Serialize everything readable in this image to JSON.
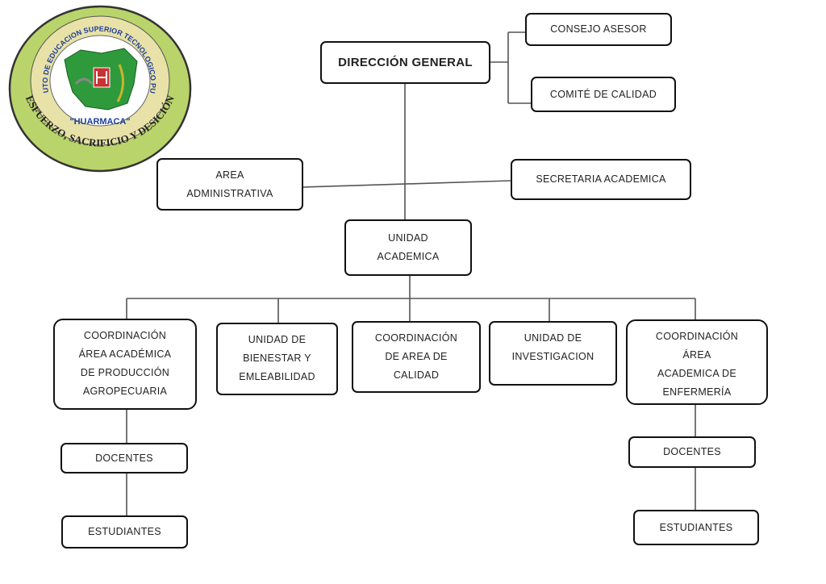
{
  "logo": {
    "arc_top": "INSTITUTO DE EDUCACION SUPERIOR TECNOLOGICO PUBLICO",
    "name": "\"HUARMACA\"",
    "motto": "ESFUERZO, SACRIFICIO Y DESICIÓN",
    "colors": {
      "outer": "#b9d46a",
      "inner": "#2e9a3c",
      "ring": "#e9e2a8",
      "text": "#1d3f9a"
    }
  },
  "boxes": {
    "direccion": "DIRECCIÓN GENERAL",
    "consejo": "CONSEJO ASESOR",
    "comite": "COMITÉ DE CALIDAD",
    "area_admin": "AREA\nADMINISTRATIVA",
    "secretaria": "SECRETARIA ACADEMICA",
    "unidad_academica": "UNIDAD\nACADEMICA",
    "coord_agro": "COORDINACIÓN\nÁREA ACADÉMICA\nDE PRODUCCIÓN\nAGROPECUARIA",
    "bienestar": "UNIDAD DE\nBIENESTAR Y\nEMLEABILIDAD",
    "coord_calidad": "COORDINACIÓN\nDE AREA DE\nCALIDAD",
    "investigacion": "UNIDAD DE\nINVESTIGACION",
    "coord_enf": "COORDINACIÓN\nÁREA\nACADEMICA DE\nENFERMERÍA",
    "docentes_left": "DOCENTES",
    "estudiantes_left": "ESTUDIANTES",
    "docentes_right": "DOCENTES",
    "estudiantes_right": "ESTUDIANTES"
  }
}
